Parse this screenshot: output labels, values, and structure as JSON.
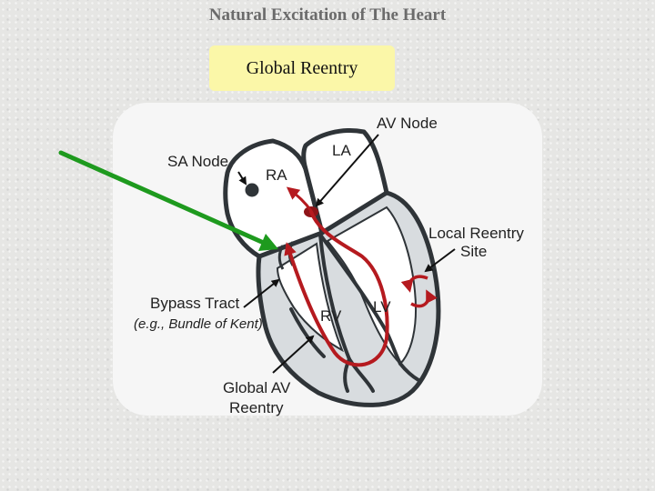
{
  "slide": {
    "title": "Natural Excitation of The Heart",
    "subtitle": "Global Reentry"
  },
  "diagram": {
    "labels": {
      "av_node": "AV Node",
      "la": "LA",
      "sa_node": "SA Node",
      "ra": "RA",
      "local_reentry_line1": "Local Reentry",
      "local_reentry_line2": "Site",
      "bypass_tract_line1": "Bypass Tract",
      "bypass_tract_line2": "(e.g., Bundle of Kent)",
      "rv": "RV",
      "lv": "LV",
      "global_av_line1": "Global AV",
      "global_av_line2": "Reentry"
    },
    "colors": {
      "conduction_path": "#b51a1f",
      "pointer_arrow": "#1e9a1e",
      "heart_wall": "#2f3438",
      "heart_fill": "#d8dcdf"
    }
  }
}
